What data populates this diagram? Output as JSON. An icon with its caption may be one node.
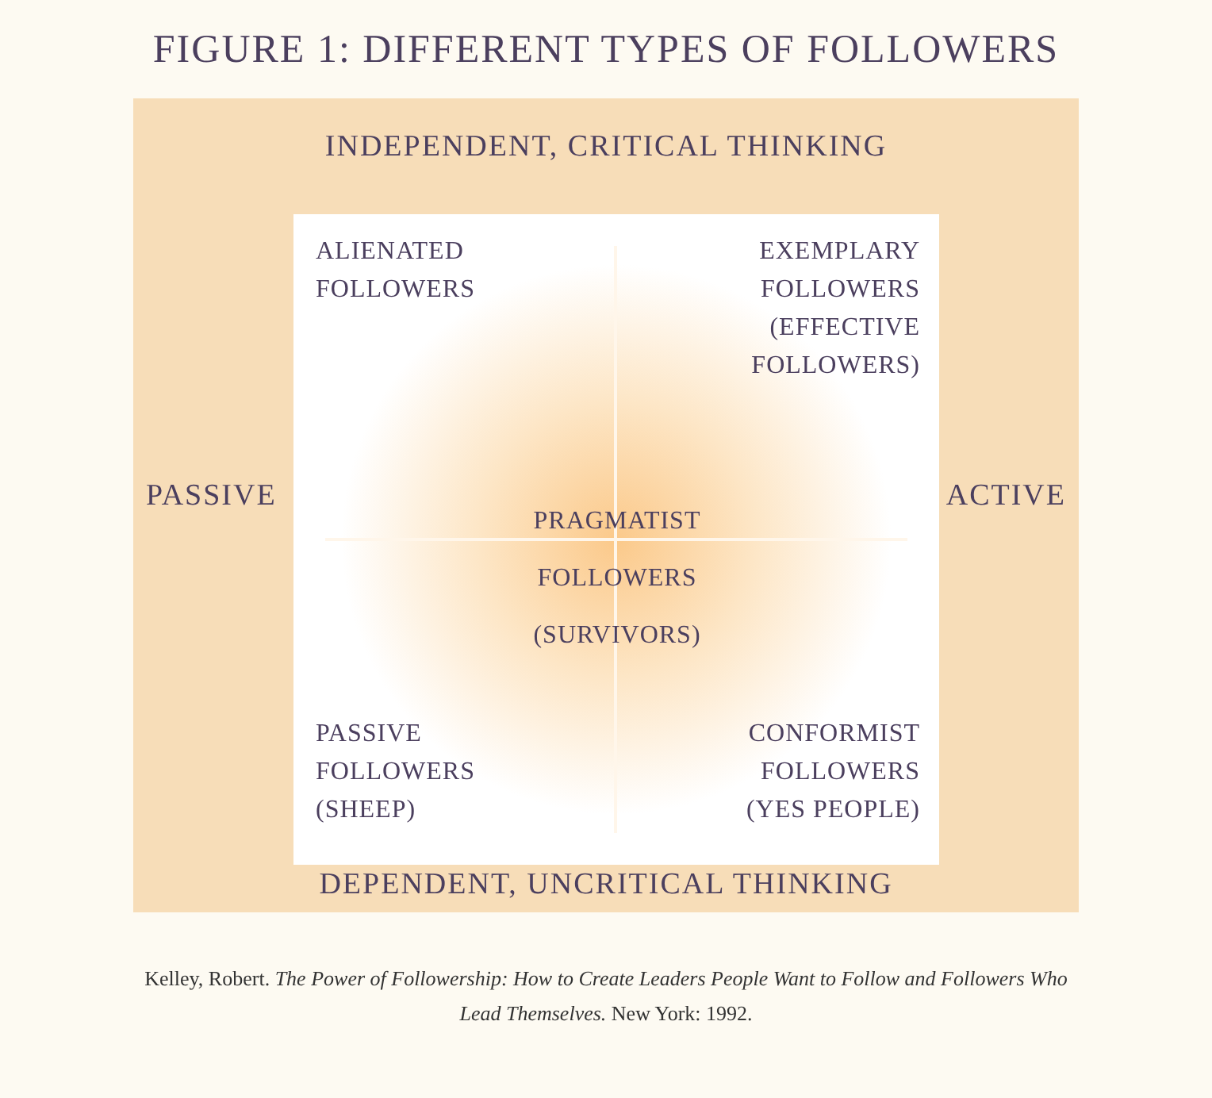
{
  "diagram": {
    "title": "FIGURE 1: DIFFERENT TYPES OF FOLLOWERS",
    "caption": "Kelley, Robert. *The Power of Followership: How to Create Leaders People Want to Follow and Followers Who Lead Themselves.* New York: 1992.",
    "nodes": [
      {
        "text": [
          "INDEPENDENT, CRITICAL THINKING",
          "PASSIVE",
          "ACTIVE",
          "DEPENDENT, UNCRITICAL THINKING"
        ]
      },
      {
        "text": [
          "ALIENATED FOLLOWERS",
          "EXEMPLARY FOLLOWERS (EFFECTIVE FOLLOWERS)",
          "PRAGMATIST FOLLOWERS (SURVIVORS)",
          "PASSIVE FOLLOWERS (SHEEP)",
          "CONFORMIST FOLLOWERS (YES PEOPLE)"
        ],
        "in": 0
      }
    ]
  }
}
